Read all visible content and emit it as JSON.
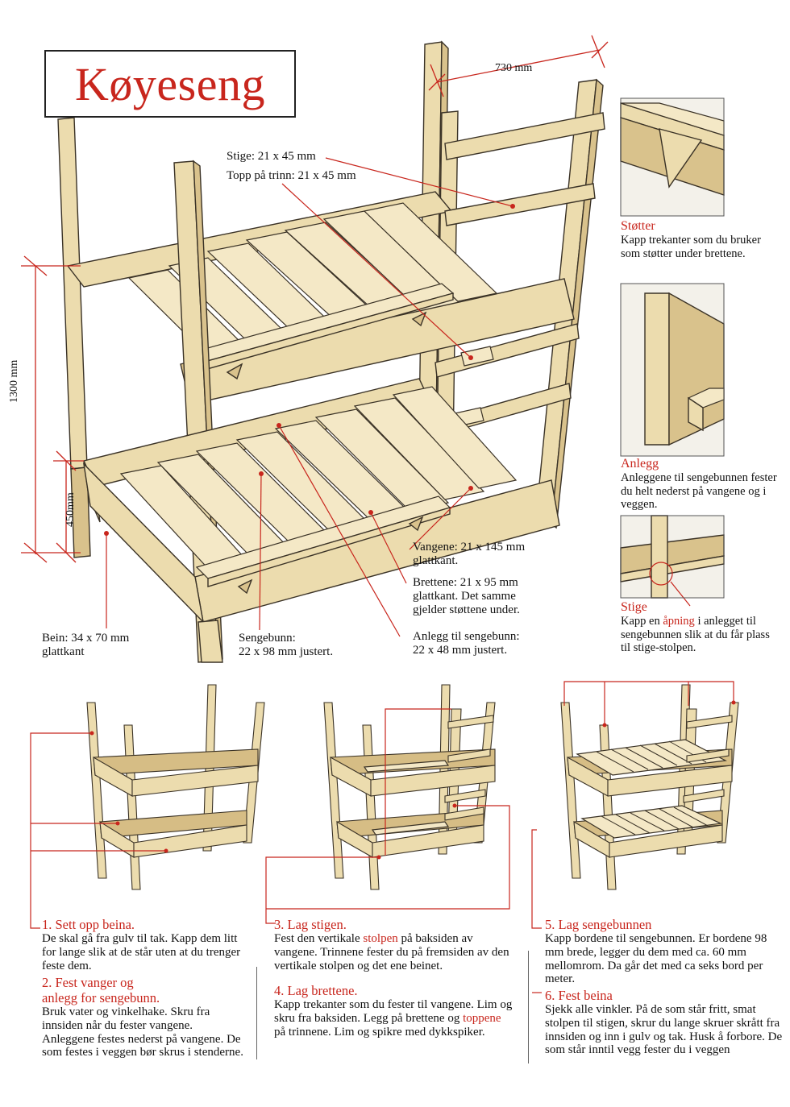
{
  "title": "Køyeseng",
  "dimensions": {
    "width_top": "730 mm",
    "height_total": "1300 mm",
    "height_lower": "450mm"
  },
  "callouts": {
    "stige": "Stige: 21 x 45 mm",
    "topp": "Topp på trinn: 21 x 45 mm",
    "vangene": "Vangene: 21 x 145 mm\nglattkant.",
    "brettene": "Brettene: 21 x 95 mm\nglattkant. Det samme\ngjelder støttene under.",
    "anlegg": "Anlegg til sengebunn:\n22 x 48 mm justert.",
    "bein": "Bein: 34 x 70 mm\nglattkant",
    "sengebunn": "Sengebunn:\n22 x 98 mm justert."
  },
  "details": [
    {
      "heading": "Støtter",
      "text": "Kapp trekanter som du bruker som støtter under brettene."
    },
    {
      "heading": "Anlegg",
      "text": "Anleggene til sengebunnen fester du helt nederst på vangene og i veggen."
    },
    {
      "heading": "Stige",
      "text_before": "Kapp en ",
      "text_highlight": "åpning",
      "text_after": " i anlegget til sengebunnen slik at du får plass til stige-stolpen."
    }
  ],
  "steps": {
    "s1": {
      "heading": "1. Sett opp beina.",
      "text": "De skal gå fra gulv til tak. Kapp dem litt for lange slik at de står uten at du trenger feste dem."
    },
    "s2": {
      "heading": "2. Fest vanger og\nanlegg for sengebunn.",
      "text": "Bruk vater og vinkelhake. Skru fra innsiden når du fester vangene. Anleggene festes nederst på vangene. De som festes i veggen bør skrus i stenderne."
    },
    "s3": {
      "heading": "3. Lag stigen.",
      "text_a": "Fest den vertikale ",
      "text_hl": "stolpen",
      "text_b": " på baksiden av vangene. Trinnene fester du på fremsiden av den vertikale stolpen og det ene beinet."
    },
    "s4": {
      "heading": "4. Lag brettene.",
      "text_a": "Kapp trekanter som du fester til vangene. Lim og skru fra baksiden. Legg på brettene og ",
      "text_hl": "toppene",
      "text_b": " på trinnene. Lim og spikre med dykkspiker."
    },
    "s5": {
      "heading": "5. Lag sengebunnen",
      "text": "Kapp bordene til sengebunnen. Er bordene 98 mm brede, legger du dem med ca. 60 mm mellomrom. Da går det med ca seks bord per meter."
    },
    "s6": {
      "heading": "6. Fest beina",
      "text": "Sjekk alle vinkler. På de som står fritt, smat stolpen til stigen, skrur du lange skruer skrått fra innsiden  og inn  i gulv og tak. Husk å forbore. De som står inntil vegg fester du i veggen"
    }
  },
  "colors": {
    "accent": "#c8261d",
    "wood": "#ecdcae",
    "wood_dark": "#c9b07a",
    "outline": "#3a3226"
  }
}
